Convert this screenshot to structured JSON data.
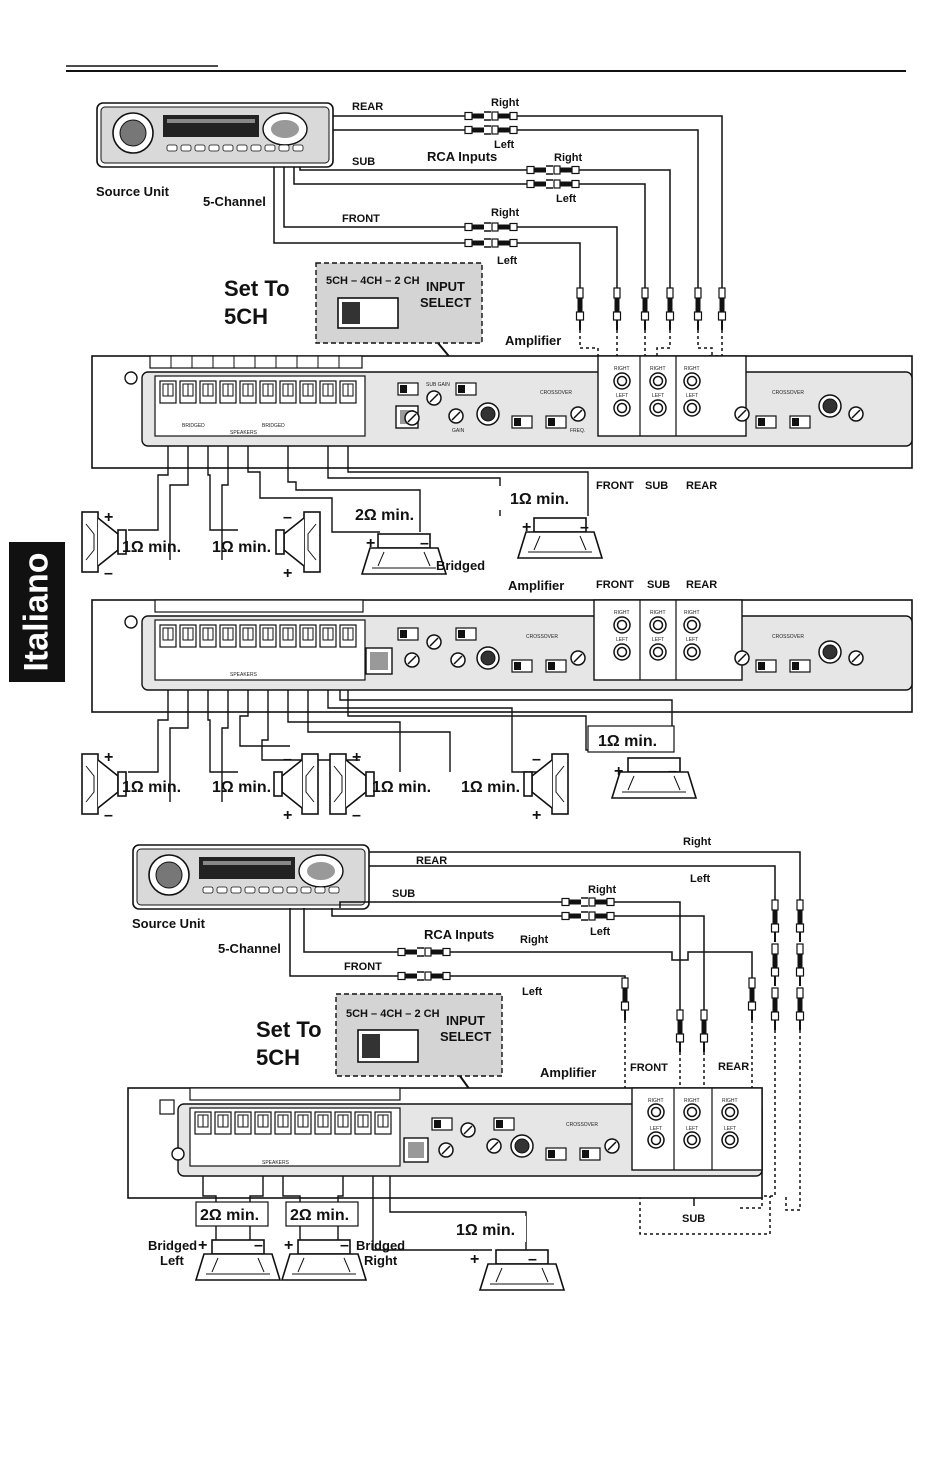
{
  "side_tab": "Italiano",
  "diagram1": {
    "source_unit": "Source Unit",
    "five_channel": "5-Channel",
    "rear": "REAR",
    "sub": "SUB",
    "front": "FRONT",
    "rca_inputs": "RCA Inputs",
    "right": "Right",
    "left": "Left",
    "set_to": "Set To",
    "five_ch": "5CH",
    "switch_modes": "5CH – 4CH – 2 CH",
    "input": "INPUT",
    "select": "SELECT",
    "amplifier": "Amplifier",
    "out_front": "FRONT",
    "out_sub": "SUB",
    "out_rear": "REAR",
    "spk1": "1Ω min.",
    "spk2": "1Ω min.",
    "spk3": "2Ω min.",
    "spk4": "1Ω min.",
    "bridged": "Bridged"
  },
  "diagram2": {
    "amplifier": "Amplifier",
    "front": "FRONT",
    "sub": "SUB",
    "rear": "REAR",
    "spk1": "1Ω min.",
    "spk2": "1Ω min.",
    "spk3": "1Ω min.",
    "spk4": "1Ω min.",
    "spk5": "1Ω min."
  },
  "diagram3": {
    "source_unit": "Source Unit",
    "five_channel": "5-Channel",
    "rear": "REAR",
    "sub": "SUB",
    "front": "FRONT",
    "rca_inputs": "RCA Inputs",
    "right_top": "Right",
    "left_top": "Left",
    "right_sub": "Right",
    "left_sub": "Left",
    "right_front": "Right",
    "left_front": "Left",
    "set_to": "Set To",
    "five_ch": "5CH",
    "switch_modes": "5CH – 4CH – 2 CH",
    "input": "INPUT",
    "select": "SELECT",
    "amplifier": "Amplifier",
    "out_front": "FRONT",
    "out_rear": "REAR",
    "out_sub": "SUB",
    "spk1": "2Ω min.",
    "spk2": "2Ω min.",
    "spk3": "1Ω min.",
    "bridged_left_1": "Bridged",
    "bridged_left_2": "Left",
    "bridged_right_1": "Bridged",
    "bridged_right_2": "Right"
  },
  "panel": {
    "right": "RIGHT",
    "left": "LEFT",
    "speakers": "SPEAKERS",
    "bridged": "BRIDGED",
    "crossover": "CROSSOVER",
    "sub_gain": "SUB GAIN",
    "gain": "GAIN",
    "freq": "FREQ."
  },
  "colors": {
    "ink": "#111111",
    "panel": "#e6e6e6",
    "switch_box": "#d4d4d4",
    "tab": "#111111"
  }
}
